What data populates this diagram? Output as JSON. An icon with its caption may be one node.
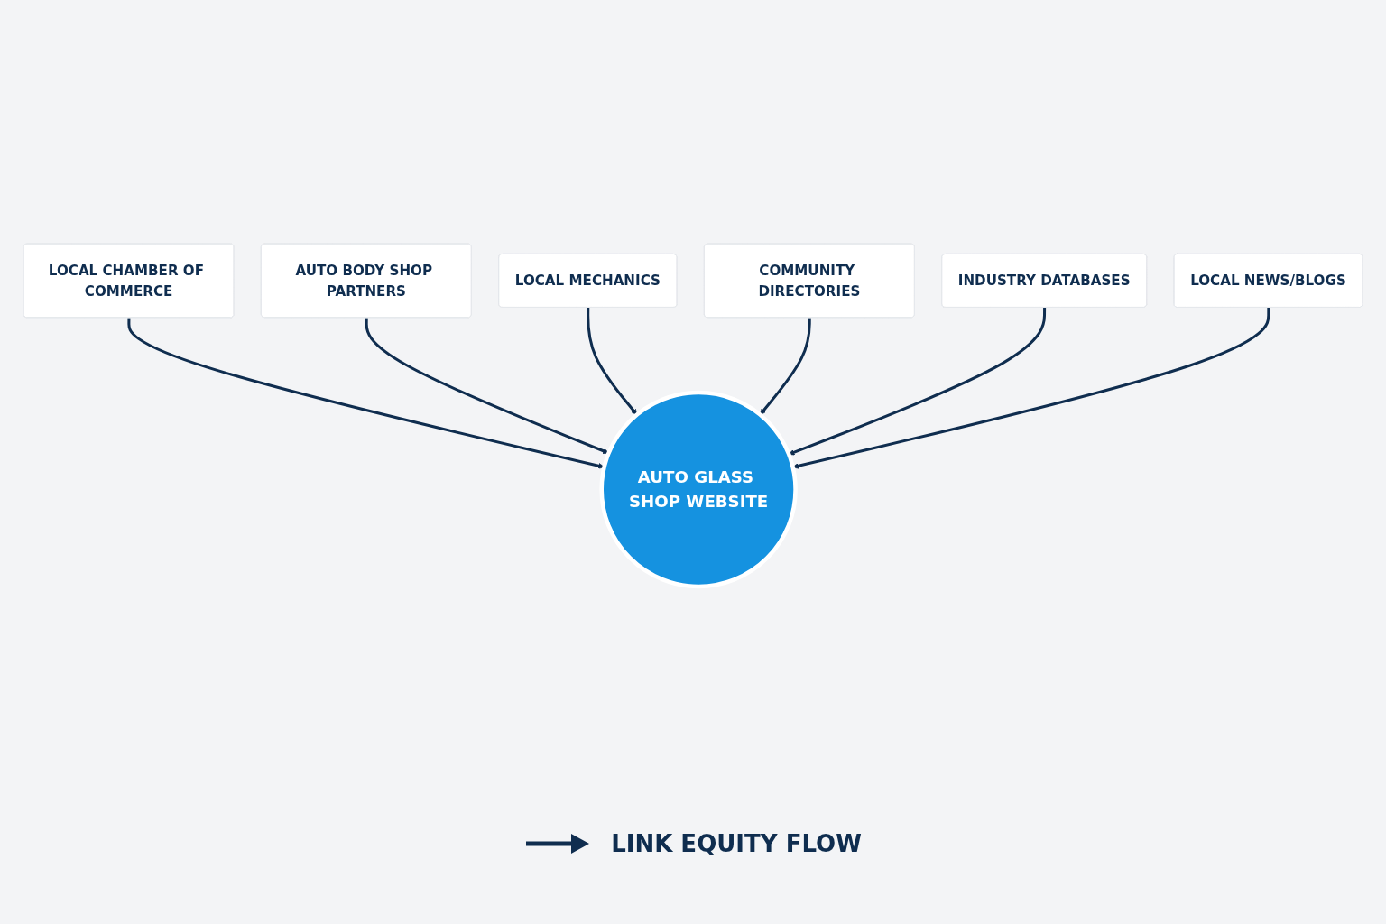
{
  "diagram": {
    "nodes": [
      {
        "text": [
          "LOCAL CHAMBER OF COMMERCE"
        ]
      },
      {
        "text": [
          "AUTO BODY SHOP PARTNERS"
        ]
      },
      {
        "text": [
          "LOCAL MECHANICS"
        ]
      },
      {
        "text": [
          "AUTO GLASS SHOP WEBSITE"
        ]
      },
      {
        "text": [
          "COMMUNITY DIRECTORIES"
        ]
      },
      {
        "text": [
          "INDUSTRY DATABASES"
        ]
      },
      {
        "text": [
          "LOCAL NEWS/BLOGS"
        ]
      }
    ],
    "edges": [
      {
        "from": 0,
        "to": 3,
        "arrow": "to"
      },
      {
        "from": 1,
        "to": 3,
        "arrow": "to"
      },
      {
        "from": 2,
        "to": 3,
        "arrow": "to"
      },
      {
        "from": 4,
        "to": 3,
        "arrow": "to"
      },
      {
        "from": 5,
        "to": 3,
        "arrow": "to"
      },
      {
        "from": 6,
        "to": 3,
        "arrow": "to"
      }
    ],
    "legend": [
      {
        "text": "LINK EQUITY FLOW"
      }
    ]
  }
}
